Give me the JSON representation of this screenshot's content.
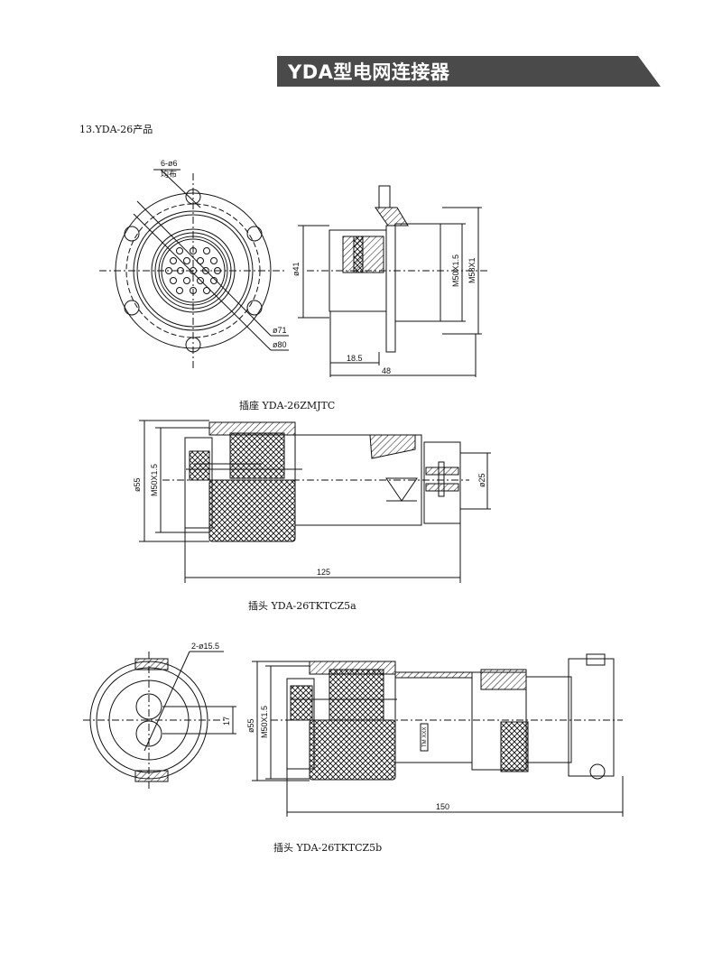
{
  "header": {
    "title": "YDA型电网连接器",
    "banner_color": "#4a4a4a"
  },
  "section_title": "13.YDA-26产品",
  "receptacle": {
    "caption": "插座 YDA-26ZMJTC",
    "holes_label": "6-ø6",
    "holes_note": "均布",
    "dims": {
      "d71": "ø71",
      "d80": "ø80",
      "d41": "ø41",
      "m50": "M50X1.5",
      "m58": "M58X1",
      "len1": "18.5",
      "len2": "48"
    }
  },
  "plug_a": {
    "caption": "插头 YDA-26TKTCZ5a",
    "dims": {
      "d55": "ø55",
      "m50": "M50X1.5",
      "d25": "ø25",
      "len": "125"
    }
  },
  "plug_b": {
    "caption": "插头 YDA-26TKTCZ5b",
    "dims": {
      "holes": "2-ø15.5",
      "gap": "17",
      "d55": "ø55",
      "m50": "M50X1.5",
      "len": "150",
      "marking": "TM XXX"
    }
  }
}
